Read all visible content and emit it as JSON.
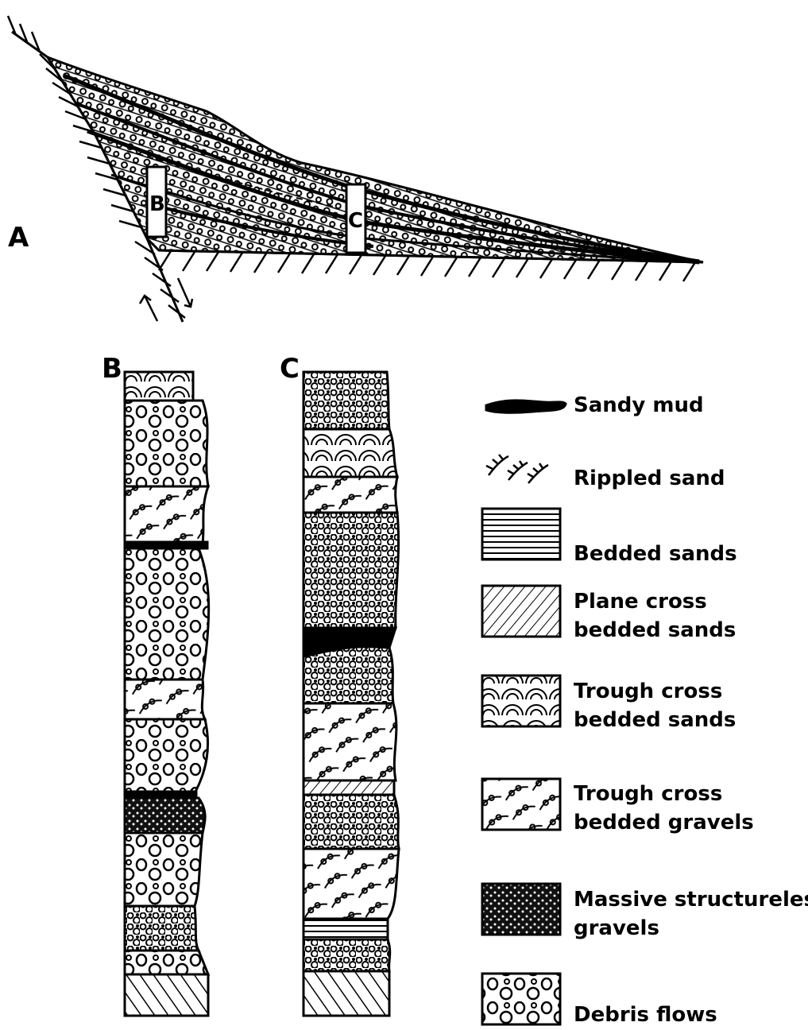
{
  "panels": {
    "a": "A",
    "b": "B",
    "c": "C",
    "section_b_marker": "B",
    "section_c_marker": "C"
  },
  "legend": [
    {
      "key": "sandy_mud",
      "lines": [
        "Sandy mud"
      ]
    },
    {
      "key": "rippled_sand",
      "lines": [
        "Rippled sand"
      ]
    },
    {
      "key": "bedded_sands",
      "lines": [
        "Bedded sands"
      ]
    },
    {
      "key": "plane_cross",
      "lines": [
        "Plane cross",
        "bedded sands"
      ]
    },
    {
      "key": "trough_sands",
      "lines": [
        "Trough cross",
        "bedded sands"
      ]
    },
    {
      "key": "trough_gravels",
      "lines": [
        "Trough cross",
        "bedded gravels"
      ]
    },
    {
      "key": "massive_gravels",
      "lines": [
        "Massive structureless",
        "gravels"
      ]
    },
    {
      "key": "debris_flows",
      "lines": [
        "Debris flows"
      ]
    }
  ],
  "colors": {
    "ink": "#000000",
    "paper": "#ffffff"
  }
}
